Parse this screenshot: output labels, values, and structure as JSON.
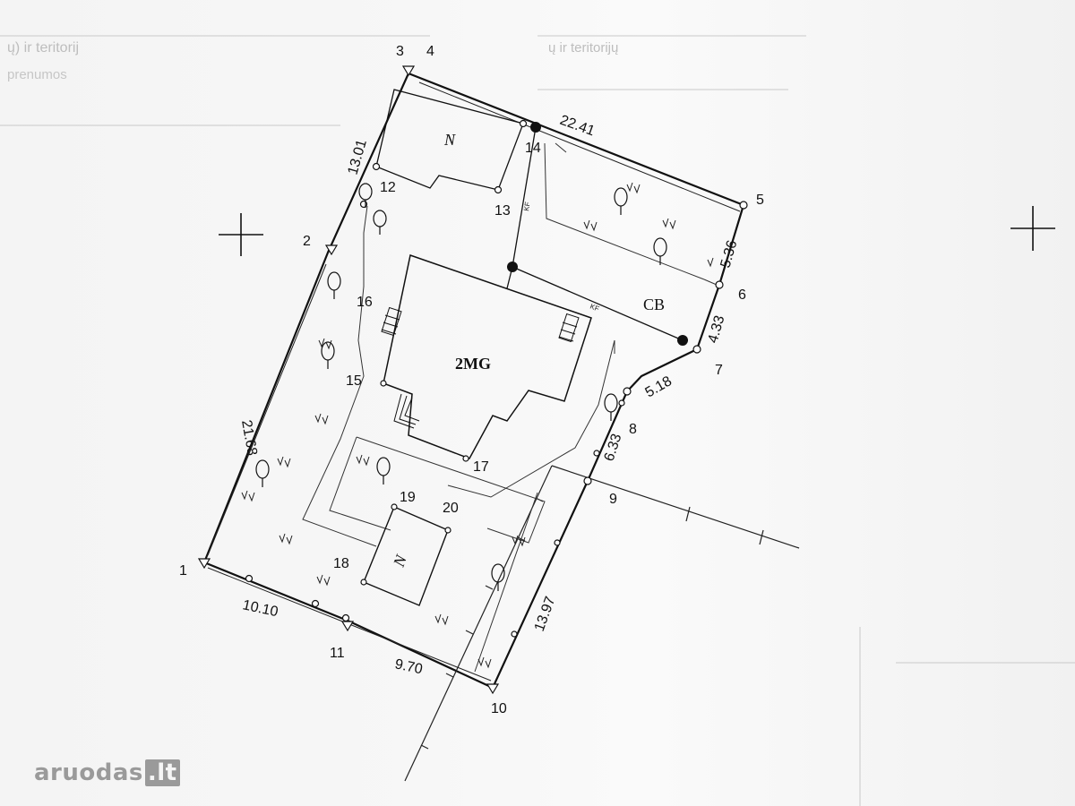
{
  "points": {
    "p1": "1",
    "p2": "2",
    "p3": "3",
    "p4": "4",
    "p5": "5",
    "p6": "6",
    "p7": "7",
    "p8": "8",
    "p9": "9",
    "p10": "10",
    "p11": "11",
    "p12": "12",
    "p13": "13",
    "p14": "14",
    "p15": "15",
    "p16": "16",
    "p17": "17",
    "p18": "18",
    "p19": "19",
    "p20": "20"
  },
  "distances": {
    "d_13_01": "13.01",
    "d_22_41": "22.41",
    "d_21_68": "21.68",
    "d_5_36": "5.36",
    "d_4_33": "4.33",
    "d_5_18": "5.18",
    "d_6_33": "6.33",
    "d_13_97": "13.97",
    "d_10_10": "10.10",
    "d_9_70": "9.70"
  },
  "buildings": {
    "main": "2MG",
    "north_shed": "N",
    "south_shed": "N",
    "cb": "CB"
  },
  "utility_label": "KF",
  "header_text": {
    "line1": "ų) ir teritorij",
    "line2": "ų ir teritorijų",
    "line3": "prenumos"
  },
  "watermark": {
    "brand": "aruodas",
    "tld": ".lt"
  }
}
